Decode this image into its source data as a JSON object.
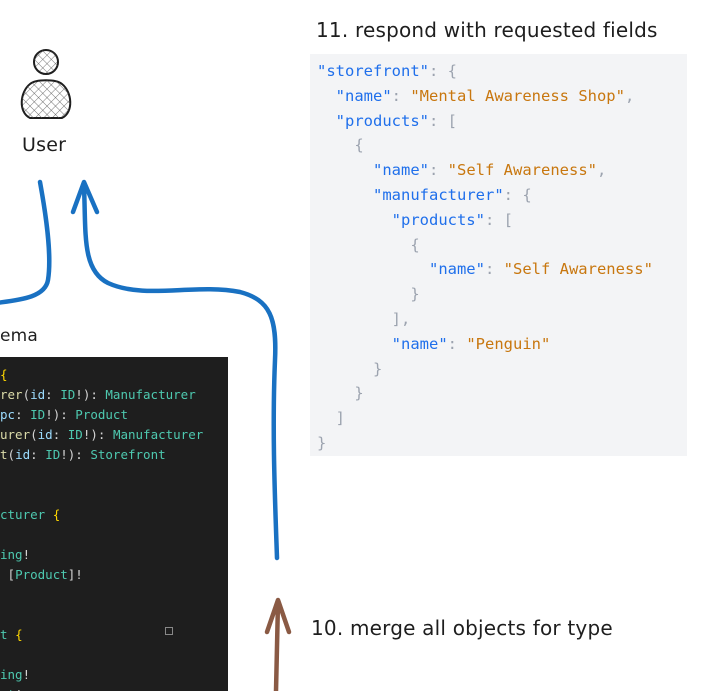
{
  "labels": {
    "user": "User",
    "respond": "11. respond with requested fields",
    "schema": "ema",
    "merge": "10. merge all objects for type"
  },
  "json_response": {
    "lines": [
      [
        {
          "t": "k",
          "v": "\"storefront\""
        },
        {
          "t": "p",
          "v": ": {"
        }
      ],
      [
        {
          "t": "p",
          "v": "  "
        },
        {
          "t": "k",
          "v": "\"name\""
        },
        {
          "t": "p",
          "v": ": "
        },
        {
          "t": "s",
          "v": "\"Mental Awareness Shop\""
        },
        {
          "t": "p",
          "v": ","
        }
      ],
      [
        {
          "t": "p",
          "v": "  "
        },
        {
          "t": "k",
          "v": "\"products\""
        },
        {
          "t": "p",
          "v": ": ["
        }
      ],
      [
        {
          "t": "p",
          "v": "    {"
        }
      ],
      [
        {
          "t": "p",
          "v": "      "
        },
        {
          "t": "k",
          "v": "\"name\""
        },
        {
          "t": "p",
          "v": ": "
        },
        {
          "t": "s",
          "v": "\"Self Awareness\""
        },
        {
          "t": "p",
          "v": ","
        }
      ],
      [
        {
          "t": "p",
          "v": "      "
        },
        {
          "t": "k",
          "v": "\"manufacturer\""
        },
        {
          "t": "p",
          "v": ": {"
        }
      ],
      [
        {
          "t": "p",
          "v": "        "
        },
        {
          "t": "k",
          "v": "\"products\""
        },
        {
          "t": "p",
          "v": ": ["
        }
      ],
      [
        {
          "t": "p",
          "v": "          {"
        }
      ],
      [
        {
          "t": "p",
          "v": "            "
        },
        {
          "t": "k",
          "v": "\"name\""
        },
        {
          "t": "p",
          "v": ": "
        },
        {
          "t": "s",
          "v": "\"Self Awareness\""
        }
      ],
      [
        {
          "t": "p",
          "v": "          }"
        }
      ],
      [
        {
          "t": "p",
          "v": "        ],"
        }
      ],
      [
        {
          "t": "p",
          "v": "        "
        },
        {
          "t": "k",
          "v": "\"name\""
        },
        {
          "t": "p",
          "v": ": "
        },
        {
          "t": "s",
          "v": "\"Penguin\""
        }
      ],
      [
        {
          "t": "p",
          "v": "      }"
        }
      ],
      [
        {
          "t": "p",
          "v": "    }"
        }
      ],
      [
        {
          "t": "p",
          "v": "  ]"
        }
      ],
      [
        {
          "t": "p",
          "v": "}"
        }
      ]
    ]
  },
  "schema_code": {
    "lines": [
      [
        {
          "t": "y",
          "v": "{"
        }
      ],
      [
        {
          "t": "f",
          "v": "rer"
        },
        {
          "t": "p",
          "v": "("
        },
        {
          "t": "a",
          "v": "id"
        },
        {
          "t": "p",
          "v": ": "
        },
        {
          "t": "t",
          "v": "ID"
        },
        {
          "t": "p",
          "v": "!): "
        },
        {
          "t": "t",
          "v": "Manufacturer"
        }
      ],
      [
        {
          "t": "a",
          "v": "pc"
        },
        {
          "t": "p",
          "v": ": "
        },
        {
          "t": "t",
          "v": "ID"
        },
        {
          "t": "p",
          "v": "!): "
        },
        {
          "t": "t",
          "v": "Product"
        }
      ],
      [
        {
          "t": "f",
          "v": "urer"
        },
        {
          "t": "p",
          "v": "("
        },
        {
          "t": "a",
          "v": "id"
        },
        {
          "t": "p",
          "v": ": "
        },
        {
          "t": "t",
          "v": "ID"
        },
        {
          "t": "p",
          "v": "!): "
        },
        {
          "t": "t",
          "v": "Manufacturer"
        }
      ],
      [
        {
          "t": "f",
          "v": "t"
        },
        {
          "t": "p",
          "v": "("
        },
        {
          "t": "a",
          "v": "id"
        },
        {
          "t": "p",
          "v": ": "
        },
        {
          "t": "t",
          "v": "ID"
        },
        {
          "t": "p",
          "v": "!): "
        },
        {
          "t": "t",
          "v": "Storefront"
        }
      ],
      [
        {
          "t": "p",
          "v": ""
        }
      ],
      [
        {
          "t": "p",
          "v": ""
        }
      ],
      [
        {
          "t": "t",
          "v": "cturer"
        },
        {
          "t": "p",
          "v": " "
        },
        {
          "t": "y",
          "v": "{"
        }
      ],
      [
        {
          "t": "p",
          "v": ""
        }
      ],
      [
        {
          "t": "t",
          "v": "ing"
        },
        {
          "t": "p",
          "v": "!"
        }
      ],
      [
        {
          "t": "p",
          "v": " ["
        },
        {
          "t": "t",
          "v": "Product"
        },
        {
          "t": "p",
          "v": "]!"
        }
      ],
      [
        {
          "t": "p",
          "v": ""
        }
      ],
      [
        {
          "t": "p",
          "v": ""
        }
      ],
      [
        {
          "t": "t",
          "v": "t"
        },
        {
          "t": "p",
          "v": " "
        },
        {
          "t": "y",
          "v": "{"
        }
      ],
      [
        {
          "t": "p",
          "v": ""
        }
      ],
      [
        {
          "t": "t",
          "v": "ing"
        },
        {
          "t": "p",
          "v": "!"
        }
      ],
      [
        {
          "t": "t",
          "v": "ct"
        },
        {
          "t": "p",
          "v": "!"
        }
      ]
    ]
  }
}
